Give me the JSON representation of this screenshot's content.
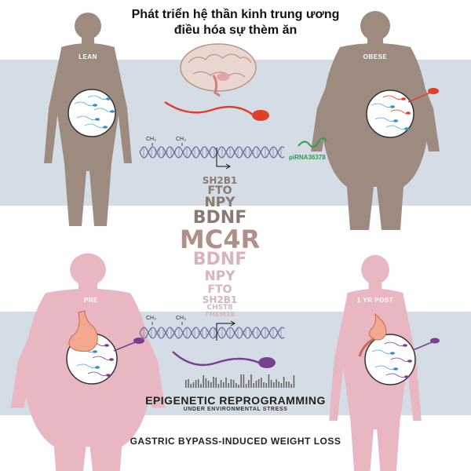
{
  "title_line1": "Phát triển hệ thần kinh trung ương",
  "title_line2": "điều hóa sự thèm ăn",
  "labels": {
    "lean": "LEAN",
    "obese": "OBESE",
    "pre": "PRE",
    "post": "1 YR POST"
  },
  "methyl_label": "CH₃",
  "pirna_label": "piRNA36378",
  "genes_top": [
    "SH2B1",
    "FTO",
    "NPY",
    "BDNF"
  ],
  "gene_center": "MC4R",
  "genes_bottom": [
    "BDNF",
    "NPY",
    "FTO",
    "SH2B1",
    "CHST8",
    "TMEM18"
  ],
  "epigenetic_title": "EPIGENETIC REPROGRAMMING",
  "epigenetic_subtitle": "UNDER ENVIRONMENTAL STRESS",
  "bypass_title": "GASTRIC BYPASS-INDUCED WEIGHT LOSS",
  "colors": {
    "band": "#d4dce6",
    "body_top": "#9e8b80",
    "body_bottom": "#e8b7c2",
    "sperm_red": "#e0402a",
    "sperm_purple": "#7a3f90",
    "dna": "#6f6fa0",
    "pirna": "#2aa14a"
  }
}
